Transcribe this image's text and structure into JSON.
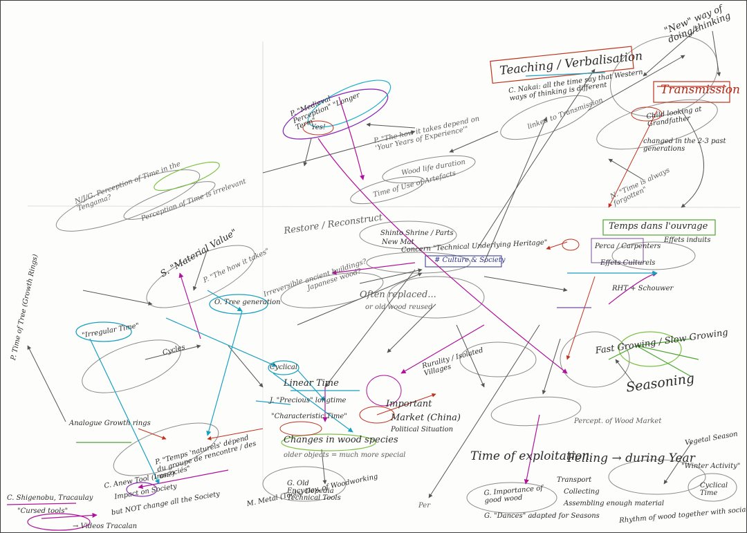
{
  "notes": {
    "new_way": "\"New\" way of doing/thinking",
    "teaching": "Teaching / Verbalisation",
    "c_nakai": "C. Nakai: all the time say that Western ways of thinking is different",
    "transmission": "Transmission",
    "child_looking": "Child looking at Grandfather",
    "changed_gen": "changed in the 2-3 past generations",
    "linked_transmission": "linked to Transmission",
    "medieval": "P. \"Medieval Perception\" \"Longer Term\"",
    "yes": "Yes!",
    "p_the_how": "P. \"The how it takes depend on 'Your Years of Experience'\"",
    "time_artefacts": "Time of Use of Artefacts",
    "wood_life": "Wood life duration",
    "n_time_forgotten": "N. \"Time is always forgotten\"",
    "ngg_percep": "N/J/G. Perception of Time in the Tengama?",
    "percep_time": "Perception of Time is irrelevant",
    "restore": "Restore / Reconstruct",
    "shinto": "Shinto Shrine / Parts",
    "new_mat": "New Mat",
    "concern": "Concern \"Technical Underlying Heritage\"",
    "culture_society": "# Culture & Society",
    "temps_dans": "Temps dans l'ouvrage",
    "perception_aside": "Perca / Carpenters",
    "effets_culturels": "Effets Culturels",
    "effets_labels": "Effets induits",
    "rht": "RHT + Schouwer",
    "time_of_trees": "P. Time of Tree (Growth Rings)",
    "s_material": "S. \"Material Value\"",
    "p_the_how_2": "P. \"The how it takes\"",
    "irreversible": "Irreversible",
    "ancient": "ancient buildings? Japanese wood?",
    "often_replaced": "Often replaced...",
    "ou_old_wood": "or old wood reused",
    "o_tree_generation": "O. Tree generation",
    "irregular_time": "\"Irregular Time\"",
    "cyclical": "Cyclical",
    "linear_time": "Linear Time",
    "cycles": "Cycles",
    "j_precious": "J. \"Precious\" longtime",
    "characteristic": "\"Characteristic Time\"",
    "important": "Important",
    "market_china": "Market (China)",
    "political": "Political Situation",
    "rurality": "Rurality / Isolated Villages",
    "fast_growing": "Fast Growing / Slow Growing",
    "seasoning": "Seasoning",
    "analog_growth": "Analogue Growth rings",
    "p_temps": "P. \"Temps 'naturels' dépend du groupe de rencontre / des associés\"",
    "changes_wood": "Changes in wood species",
    "older_objects": "older objects = much more special",
    "percept_wood": "Percept. of Wood Market",
    "time_exploitation": "Time of exploitation",
    "felling": "Felling → during Year",
    "vegetal": "Vegetal Season",
    "transport": "Transport",
    "collecting": "Collecting",
    "assembling": "Assembling enough material",
    "winter": "\"Winter Activity\"",
    "cyclical_time": "Cyclical Time",
    "c_shigenobu": "C. Shigenobu, Tracaulay",
    "cursed_tools": "\"Cursed tools\"",
    "video": "→ Videos Tracalan",
    "c_anew": "C. Anew Tool (Iron?)",
    "impact_society": "Impact on Society",
    "not_change": "but NOT change all the Society",
    "m_metal": "M. Metal (Tools) Dev. of Woodworking",
    "g_encyclopedia": "G. Old Encyclopedia Technical Tools",
    "g_knowledge": "G. Importance of good wood",
    "g_dances": "G. \"Dances\" adapted for Seasons",
    "per": "Per",
    "rhythm": "Rhythm of wood together with social life"
  }
}
